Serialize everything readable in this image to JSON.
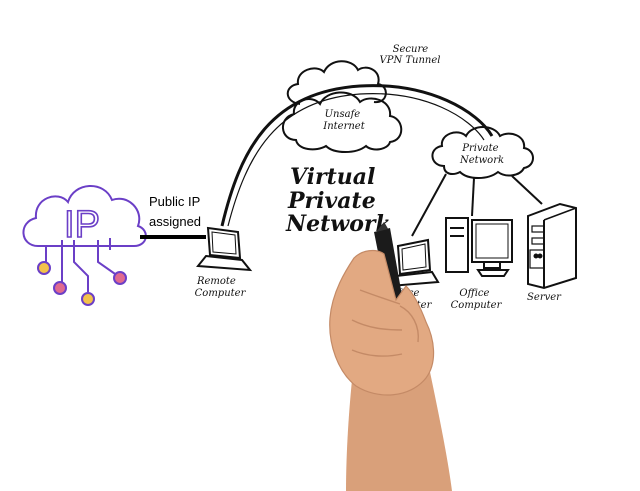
{
  "ip_icon": {
    "letters": "IP",
    "colors": {
      "outline": "#6b3fc7",
      "dot_pink": "#e06a8f",
      "dot_yellow": "#f3c24a"
    }
  },
  "public_ip_label": [
    "Public IP",
    "assigned"
  ],
  "title": [
    "Virtual",
    "Private",
    "Network"
  ],
  "clouds": {
    "secure_vpn": [
      "Secure",
      "VPN Tunnel"
    ],
    "unsafe_internet": [
      "Unsafe",
      "Internet"
    ],
    "private_network": [
      "Private",
      "Network"
    ]
  },
  "devices": {
    "remote_computer": [
      "Remote",
      "Computer"
    ],
    "office_computer_laptop": [
      "Office",
      "Computer"
    ],
    "office_computer_desktop": [
      "Office",
      "Computer"
    ],
    "server": "Server"
  },
  "colors": {
    "ink": "#111111",
    "skin": "#e2a982",
    "marker": "#1b1b1b"
  }
}
